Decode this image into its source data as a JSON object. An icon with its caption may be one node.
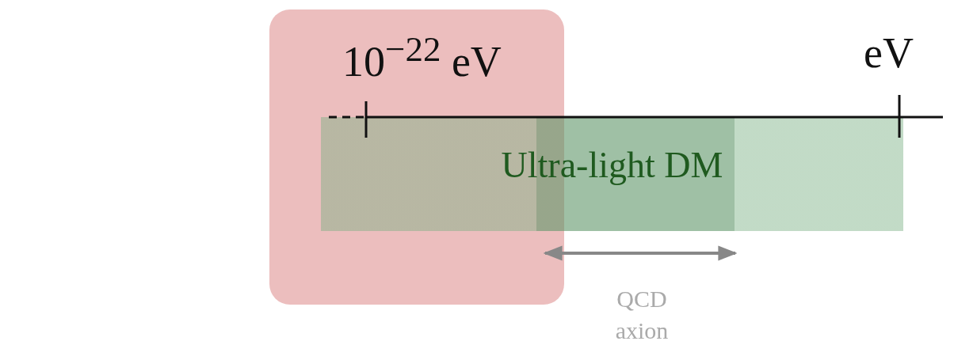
{
  "diagram": {
    "nodes": [
      {
        "text": [
          "Ultra-light DM"
        ]
      }
    ],
    "labels": [
      "10$^{−22}$ eV",
      "eV",
      "QCD axion"
    ]
  }
}
